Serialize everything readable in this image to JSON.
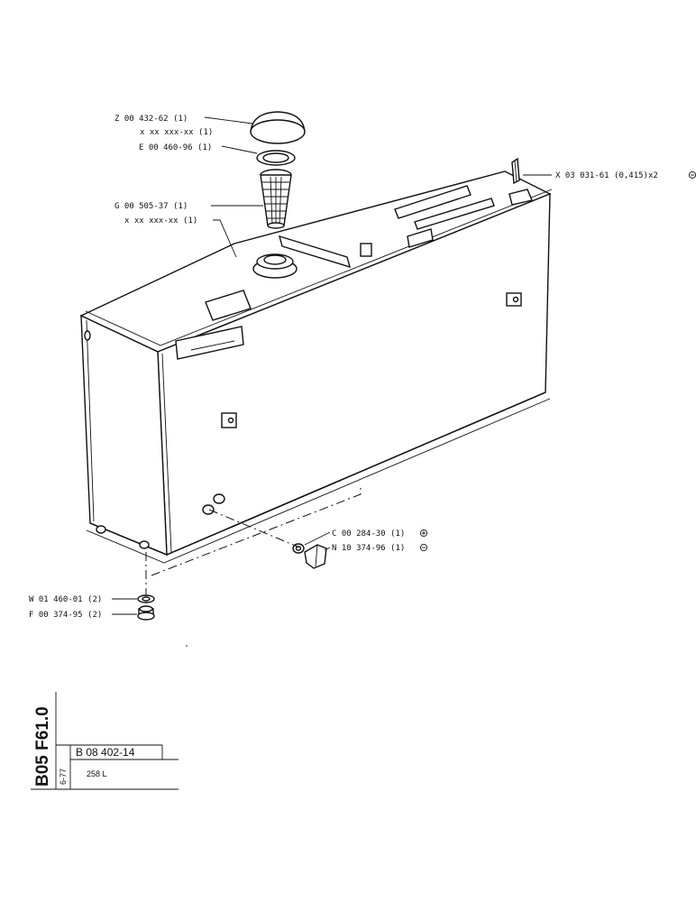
{
  "callouts": {
    "z_cap": "Z 00 432-62 (1)",
    "x_cap_var": "x xx xxx-xx (1)",
    "e_seal": "E 00 460-96 (1)",
    "g_strainer": "G 00 505-37 (1)",
    "x_strainer_var": "x xx xxx-xx (1)",
    "x_mount": "X 03 031-61 (0,415)x2",
    "c_washer": "C 00 284-30 (1)",
    "n_plug": "N 10 374-96 (1)",
    "w_washer": "W 01 460-01 (2)",
    "f_plug": "F 00 374-95 (2)"
  },
  "title_block": {
    "section_code": "B05 F61.0",
    "date": "6-77",
    "part_number": "B 08 402-14",
    "description": "258 L"
  }
}
